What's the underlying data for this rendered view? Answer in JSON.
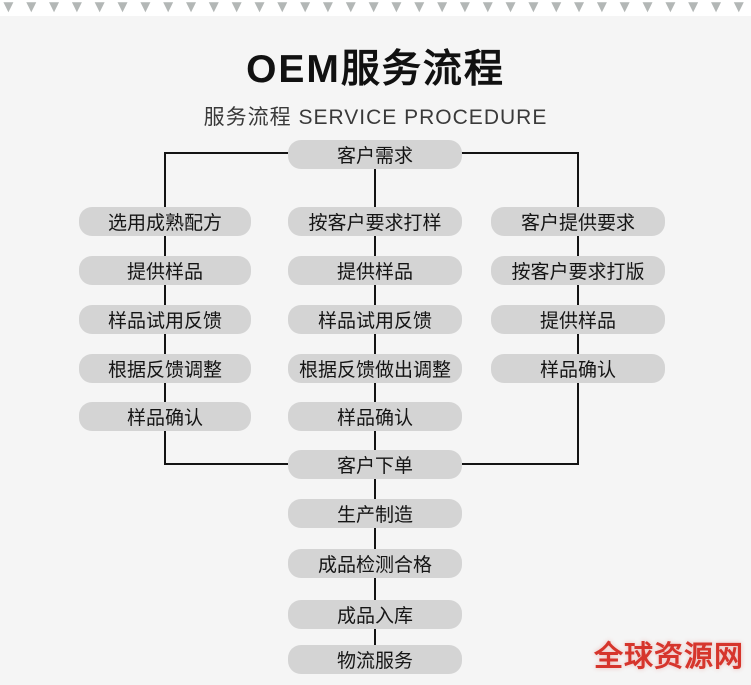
{
  "page": {
    "title": "OEM服务流程",
    "subtitle": "服务流程 SERVICE PROCEDURE"
  },
  "flow": {
    "start": "客户需求",
    "columns": [
      {
        "steps": [
          "选用成熟配方",
          "提供样品",
          "样品试用反馈",
          "根据反馈调整",
          "样品确认"
        ]
      },
      {
        "steps": [
          "按客户要求打样",
          "提供样品",
          "样品试用反馈",
          "根据反馈做出调整",
          "样品确认"
        ]
      },
      {
        "steps": [
          "客户提供要求",
          "按客户要求打版",
          "提供样品",
          "样品确认"
        ]
      }
    ],
    "tail": [
      "客户下单",
      "生产制造",
      "成品检测合格",
      "成品入库",
      "物流服务"
    ]
  },
  "watermark": {
    "text": "全球资源网"
  },
  "colors": {
    "page_bg": "#f5f5f5",
    "box_bg": "#d4d4d4",
    "line": "#141414",
    "tooth": "#b3b7b6",
    "accent": "#d6352c",
    "text": "#111111"
  }
}
